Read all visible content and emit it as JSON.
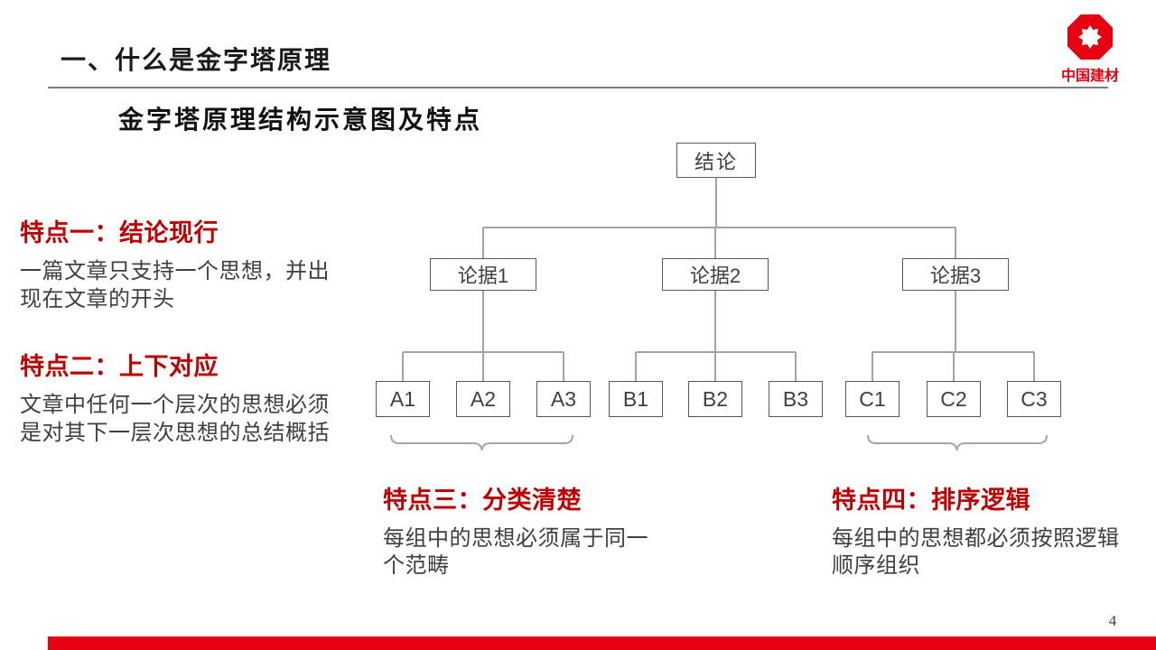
{
  "slide": {
    "title": "一、什么是金字塔原理",
    "subtitle": "金字塔原理结构示意图及特点",
    "page_number": "4"
  },
  "logo": {
    "label": "中国建材",
    "icon": "octagon-star-icon",
    "color": "#e60012"
  },
  "colors": {
    "accent_red": "#e60012",
    "heading_red": "#c00000",
    "body_text": "#3f3f3f",
    "box_border": "#595959",
    "connector_gray": "#a3a3a3"
  },
  "features": [
    {
      "heading": "特点一：结论现行",
      "body": "一篇文章只支持一个思想，并出现在文章的开头"
    },
    {
      "heading": "特点二：上下对应",
      "body": "文章中任何一个层次的思想必须是对其下一层次思想的总结概括"
    },
    {
      "heading": "特点三：分类清楚",
      "body": "每组中的思想必须属于同一个范畴"
    },
    {
      "heading": "特点四：排序逻辑",
      "body": "每组中的思想都必须按照逻辑顺序组织"
    }
  ],
  "diagram": {
    "root": {
      "label": "结论"
    },
    "level2": [
      {
        "label": "论据1"
      },
      {
        "label": "论据2"
      },
      {
        "label": "论据3"
      }
    ],
    "level3": [
      {
        "label": "A1"
      },
      {
        "label": "A2"
      },
      {
        "label": "A3"
      },
      {
        "label": "B1"
      },
      {
        "label": "B2"
      },
      {
        "label": "B3"
      },
      {
        "label": "C1"
      },
      {
        "label": "C2"
      },
      {
        "label": "C3"
      }
    ]
  }
}
